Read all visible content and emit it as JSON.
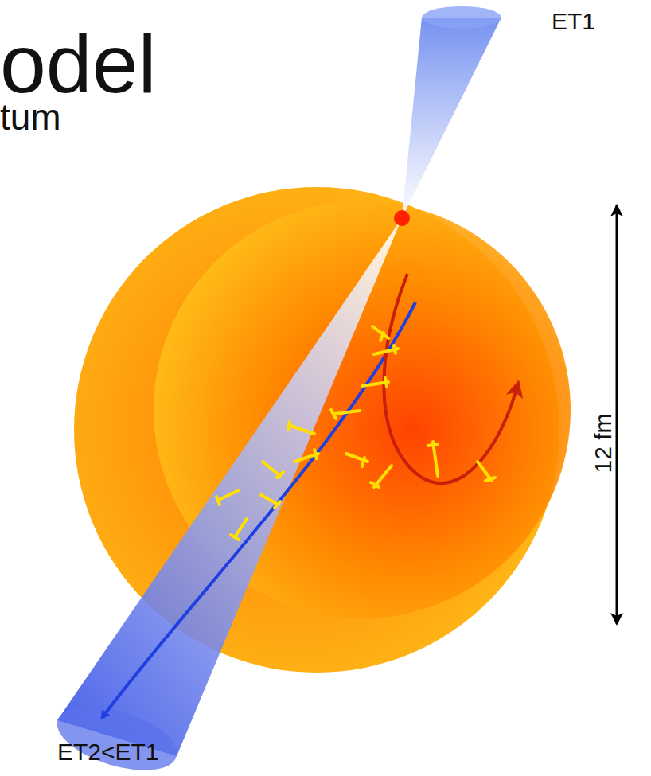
{
  "diagram": {
    "title": "odel",
    "labels": [
      "tum",
      "ET1",
      "12 fm",
      "ET2<ET1"
    ]
  }
}
